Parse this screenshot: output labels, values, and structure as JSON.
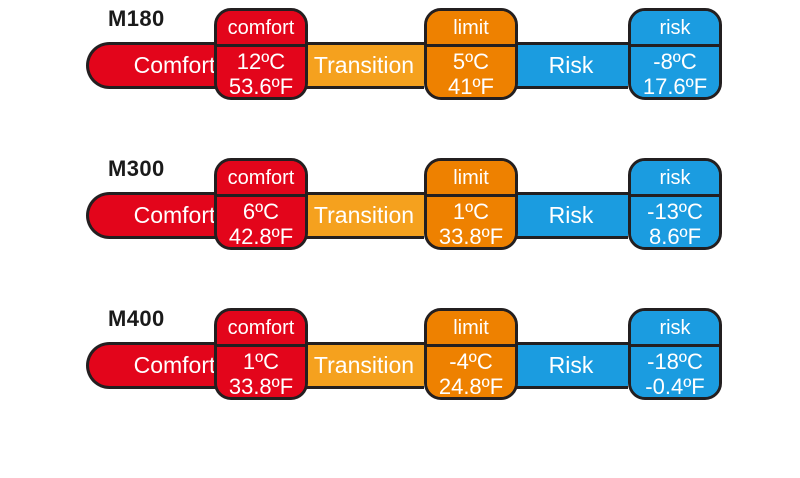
{
  "chart_data": {
    "type": "diagram",
    "title": "",
    "description": "Thermal comfort / transition / risk temperature bands for three mannequin models",
    "colors": {
      "comfort": "#e3051b",
      "transition": "#f5a11e",
      "limit": "#ee8100",
      "risk": "#1b9ce0",
      "outline": "#231f20",
      "label": "#1a1a1a",
      "text_on_color": "#ffffff",
      "background": "#ffffff"
    },
    "zone_labels": {
      "comfort": "Comfort",
      "transition": "Transition",
      "risk": "Risk"
    },
    "marker_labels": {
      "comfort": "comfort",
      "limit": "limit",
      "risk": "risk"
    },
    "rows": [
      {
        "model": "M180",
        "markers": [
          {
            "name": "comfort",
            "celsius": "12ºC",
            "fahrenheit": "53.6ºF",
            "c_value": 12,
            "f_value": 53.6
          },
          {
            "name": "limit",
            "celsius": "5ºC",
            "fahrenheit": "41ºF",
            "c_value": 5,
            "f_value": 41
          },
          {
            "name": "risk",
            "celsius": "-8ºC",
            "fahrenheit": "17.6ºF",
            "c_value": -8,
            "f_value": 17.6
          }
        ]
      },
      {
        "model": "M300",
        "markers": [
          {
            "name": "comfort",
            "celsius": "6ºC",
            "fahrenheit": "42.8ºF",
            "c_value": 6,
            "f_value": 42.8
          },
          {
            "name": "limit",
            "celsius": "1ºC",
            "fahrenheit": "33.8ºF",
            "c_value": 1,
            "f_value": 33.8
          },
          {
            "name": "risk",
            "celsius": "-13ºC",
            "fahrenheit": "8.6ºF",
            "c_value": -13,
            "f_value": 8.6
          }
        ]
      },
      {
        "model": "M400",
        "markers": [
          {
            "name": "comfort",
            "celsius": "1ºC",
            "fahrenheit": "33.8ºF",
            "c_value": 1,
            "f_value": 33.8
          },
          {
            "name": "limit",
            "celsius": "-4ºC",
            "fahrenheit": "24.8ºF",
            "c_value": -4,
            "f_value": 24.8
          },
          {
            "name": "risk",
            "celsius": "-18ºC",
            "fahrenheit": "-0.4ºF",
            "c_value": -18,
            "f_value": -0.4
          }
        ]
      }
    ]
  }
}
